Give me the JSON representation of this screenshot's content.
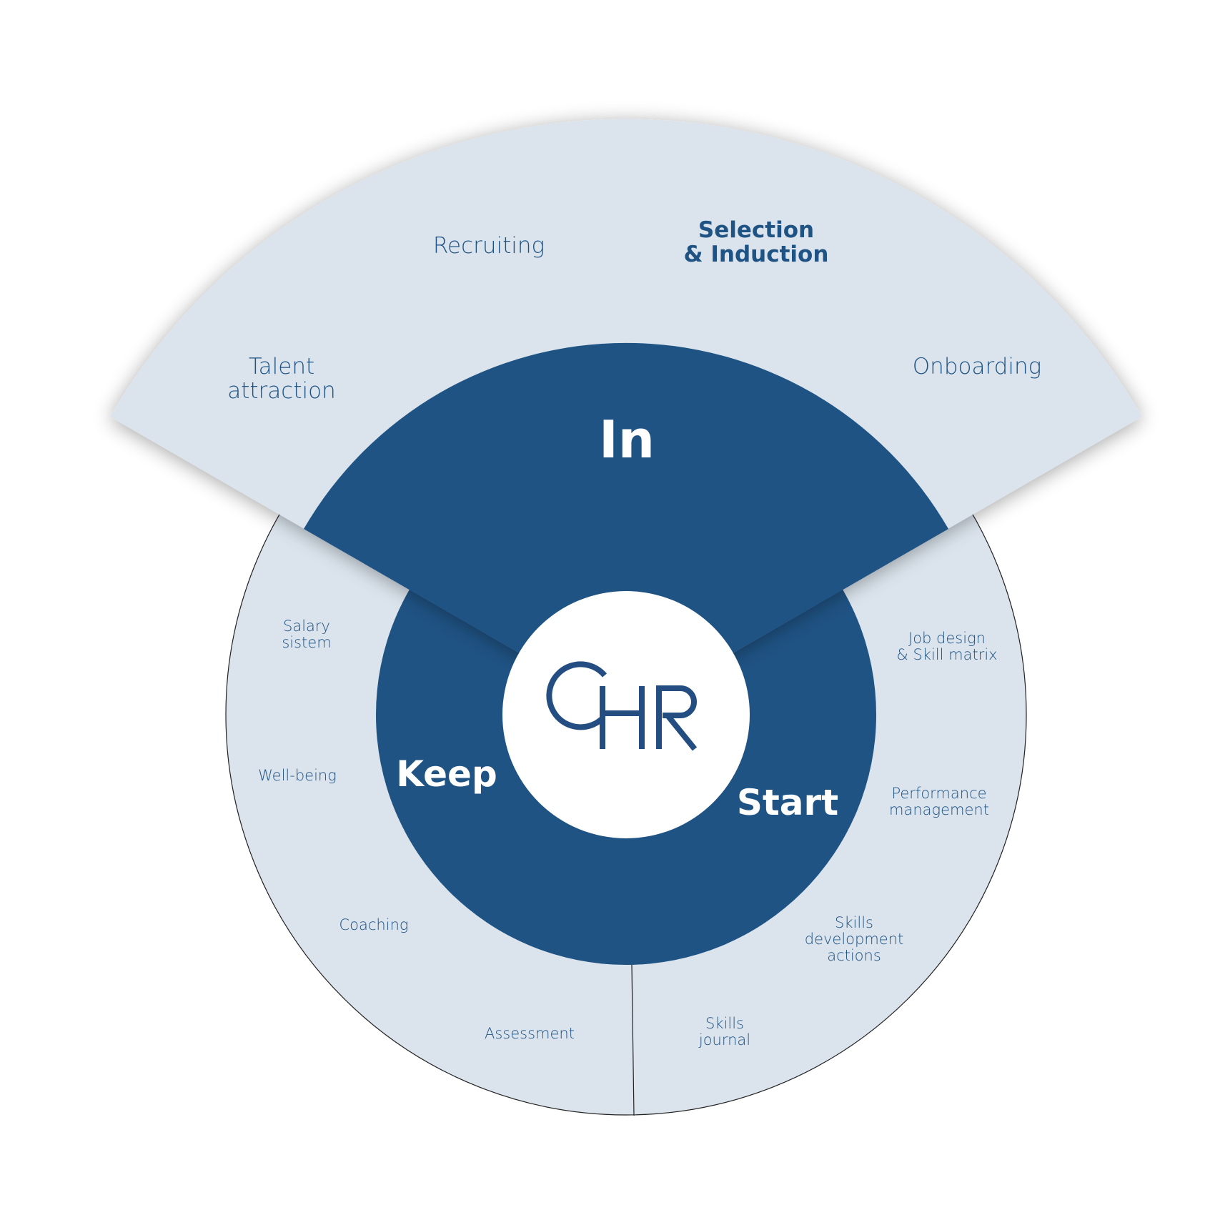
{
  "logo": "CHR",
  "colors": {
    "dark": "#1f5384",
    "light": "#dbe4ed",
    "text": "#1f5384"
  },
  "phases": {
    "in": {
      "label": "In",
      "items": [
        {
          "lines": [
            "Talent",
            "attraction"
          ]
        },
        {
          "lines": [
            "Recruiting"
          ]
        },
        {
          "lines": [
            "Selection",
            "& Induction"
          ],
          "highlighted": true
        },
        {
          "lines": [
            "Onboarding"
          ]
        }
      ]
    },
    "start": {
      "label": "Start",
      "items": [
        {
          "lines": [
            "Job design",
            "& Skill matrix"
          ]
        },
        {
          "lines": [
            "Performance",
            "management"
          ]
        },
        {
          "lines": [
            "Skills",
            "development",
            "actions"
          ]
        },
        {
          "lines": [
            "Skills",
            "journal"
          ]
        }
      ]
    },
    "keep": {
      "label": "Keep",
      "items": [
        {
          "lines": [
            "Salary",
            "sistem"
          ]
        },
        {
          "lines": [
            "Well-being"
          ]
        },
        {
          "lines": [
            "Coaching"
          ]
        },
        {
          "lines": [
            "Assessment"
          ]
        }
      ]
    }
  }
}
